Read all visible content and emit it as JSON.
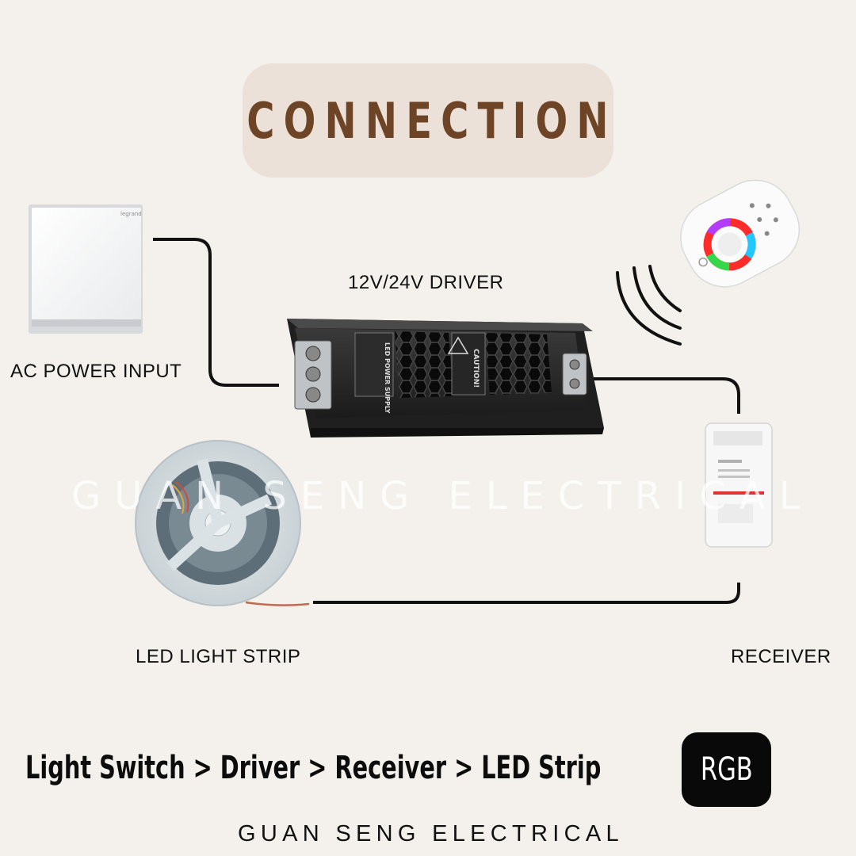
{
  "title": "CONNECTION",
  "labels": {
    "ac_power": "AC POWER INPUT",
    "driver": "12V/24V DRIVER",
    "led_strip": "LED LIGHT STRIP",
    "receiver": "RECEIVER"
  },
  "watermark": "GUAN SENG ELECTRICAL",
  "flow": "Light Switch > Driver > Receiver > LED Strip",
  "badge": "RGB",
  "brand": "GUAN SENG ELECTRICAL",
  "product_text": {
    "switch_logo": "legrand",
    "driver_plate": "LED POWER SUPPLY",
    "driver_caution": "CAUTION!"
  },
  "colors": {
    "background": "#f4f1ec",
    "title_pill": "#ece1d8",
    "title_text": "#6e4427",
    "wire": "#111111",
    "badge": "#090909"
  }
}
